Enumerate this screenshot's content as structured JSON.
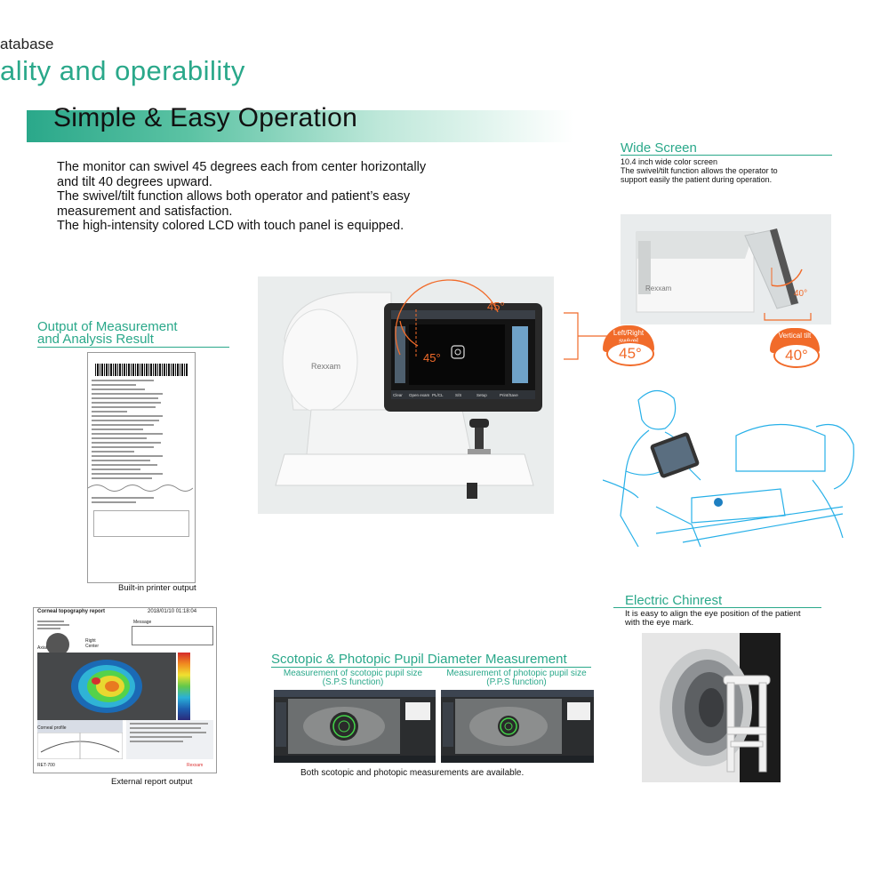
{
  "header": {
    "small_title": "atabase",
    "big_title": "ality and operability"
  },
  "band": {
    "title": "Simple & Easy Operation"
  },
  "intro": {
    "lines": [
      "The monitor can swivel 45 degrees each from center horizontally",
      "and tilt 40 degrees upward.",
      "The swivel/tilt function allows both operator and patient’s easy",
      "measurement and satisfaction.",
      "The high-intensity colored LCD with touch panel is equipped."
    ]
  },
  "wide_screen": {
    "title": "Wide Screen",
    "subtitle": "10.4 inch wide color screen",
    "desc": "The swivel/tilt function allows the operator to support easily the patient during operation.",
    "brand": "Rexxam",
    "angle_label": "40°"
  },
  "badges": {
    "swivel_label": "Left/Right swivel",
    "swivel_value": "45°",
    "tilt_label": "Vertical tilt",
    "tilt_value": "40°"
  },
  "device": {
    "brand": "Rexxam",
    "angle_left": "45°",
    "angle_top": "45°",
    "screen_buttons": [
      "Clear",
      "Open exam",
      "PL/CL",
      "S/S",
      "Setup",
      "Print/Save"
    ]
  },
  "output": {
    "title_line1": "Output of Measurement",
    "title_line2": "and Analysis Result",
    "printer_caption": "Built-in printer output",
    "external_caption": "External report output",
    "report_title": "Corneal topography report",
    "report_date": "2018/01/10 01:18:04",
    "report_model": "RET-700",
    "report_brand": "Rexxam",
    "report_eye": "Right Center",
    "report_message": "Message",
    "report_axial": "Axial",
    "report_profile": "Corneal profile"
  },
  "pupil": {
    "title": "Scotopic & Photopic Pupil Diameter Measurement",
    "left_label": "Measurement of scotopic pupil size (S.P.S function)",
    "right_label": "Measurement of photopic pupil size (P.P.S function)",
    "caption": "Both scotopic and photopic measurements are available."
  },
  "chinrest": {
    "title": "Electric Chinrest",
    "desc": "It is easy to align the eye position of the patient with the eye mark."
  },
  "colors": {
    "accent": "#2aa88a",
    "orange": "#f16b2a",
    "sketch": "#27b0e8"
  }
}
